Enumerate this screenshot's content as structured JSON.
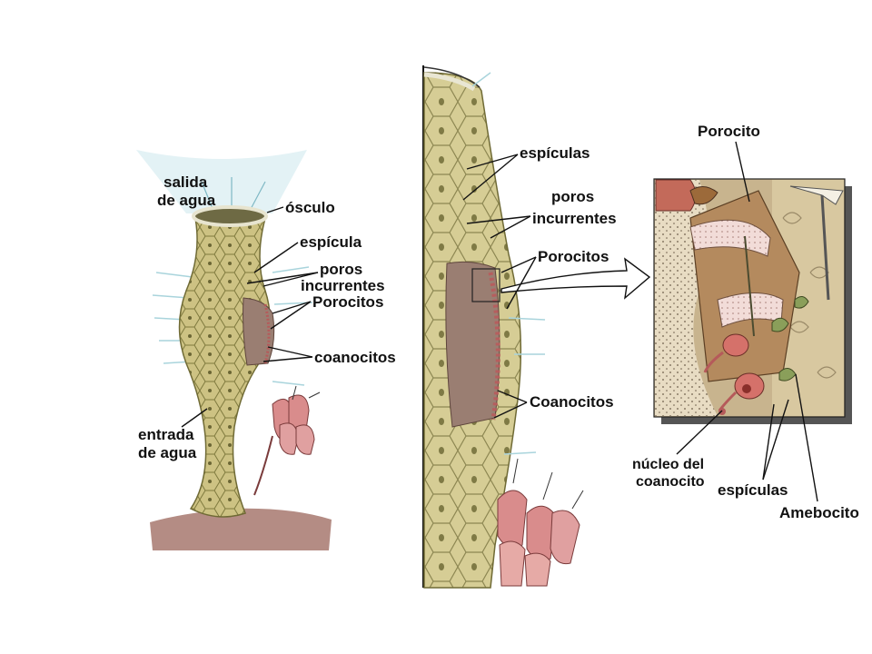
{
  "left_diagram": {
    "labels": {
      "salida_line1": "salida",
      "salida_line2": "de agua",
      "osculo": "ósculo",
      "espicula": "espícula",
      "poros_line1": "poros",
      "poros_line2": "incurrentes",
      "porocitos": "Porocitos",
      "coanocitos": "coanocitos",
      "entrada_line1": "entrada",
      "entrada_line2": "de agua"
    }
  },
  "middle_diagram": {
    "labels": {
      "espiculas": "espículas",
      "poros_line1": "poros",
      "poros_line2": "incurrentes",
      "porocitos": "Porocitos",
      "coanocitos": "Coanocitos"
    }
  },
  "right_diagram": {
    "labels": {
      "porocito": "Porocito",
      "nucleo_line1": "núcleo del",
      "nucleo_line2": "coanocito",
      "espiculas": "espículas",
      "amebocito": "Amebocito"
    }
  },
  "colors": {
    "sponge_body": "#c9bf7a",
    "sponge_dark": "#8f8747",
    "inner_cavity": "#9a7e72",
    "substrate": "#b48c84",
    "cells": "#d98c8c",
    "water_lines": "#a9d4dc"
  }
}
